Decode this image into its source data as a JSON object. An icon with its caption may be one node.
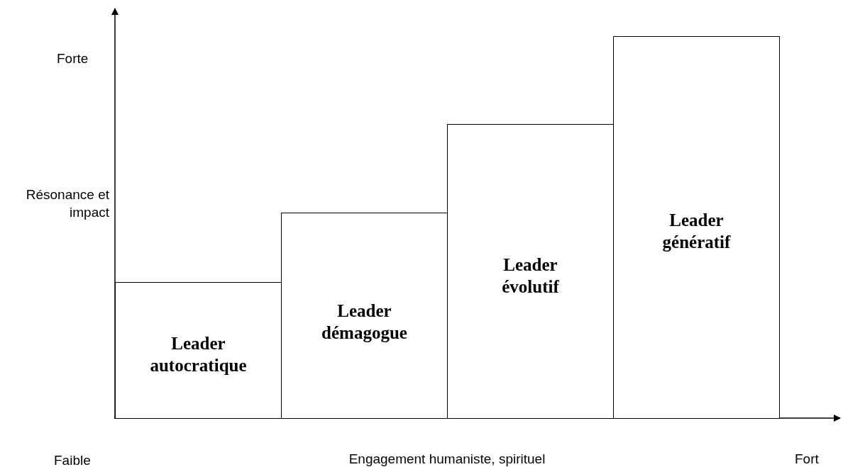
{
  "diagram": {
    "nodes": [
      {
        "text": [
          "Leader autocratique"
        ]
      },
      {
        "text": [
          "Leader démagogue"
        ]
      },
      {
        "text": [
          "Leader évolutif"
        ]
      },
      {
        "text": [
          "Leader génératif"
        ]
      }
    ],
    "labels": [
      "Forte",
      "Résonance et impact",
      "Faible",
      "Engagement humaniste, spirituel",
      "Fort"
    ]
  }
}
